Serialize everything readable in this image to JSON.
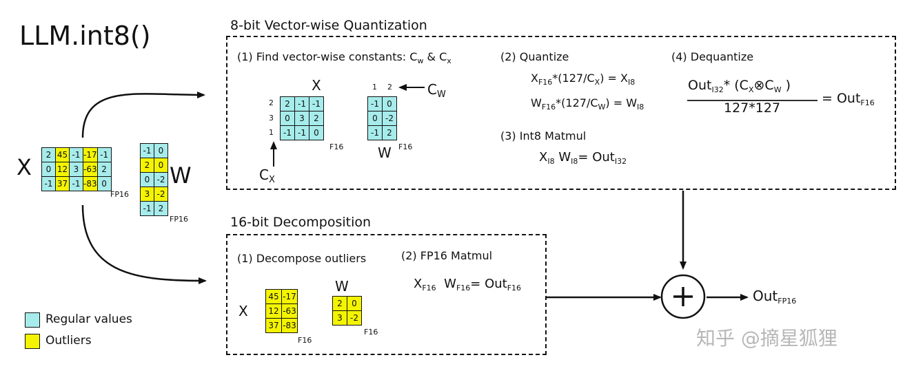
{
  "title": "LLM.int8()",
  "input": {
    "x_label": "X",
    "w_label": "W",
    "x_matrix": [
      [
        {
          "v": "2",
          "k": "r"
        },
        {
          "v": "45",
          "k": "o"
        },
        {
          "v": "-1",
          "k": "r"
        },
        {
          "v": "-17",
          "k": "o"
        },
        {
          "v": "-1",
          "k": "r"
        }
      ],
      [
        {
          "v": "0",
          "k": "r"
        },
        {
          "v": "12",
          "k": "o"
        },
        {
          "v": "3",
          "k": "r"
        },
        {
          "v": "-63",
          "k": "o"
        },
        {
          "v": "2",
          "k": "r"
        }
      ],
      [
        {
          "v": "-1",
          "k": "r"
        },
        {
          "v": "37",
          "k": "o"
        },
        {
          "v": "-1",
          "k": "r"
        },
        {
          "v": "-83",
          "k": "o"
        },
        {
          "v": "0",
          "k": "r"
        }
      ]
    ],
    "w_matrix": [
      [
        {
          "v": "-1",
          "k": "r"
        },
        {
          "v": "0",
          "k": "r"
        }
      ],
      [
        {
          "v": "2",
          "k": "o"
        },
        {
          "v": "0",
          "k": "o"
        }
      ],
      [
        {
          "v": "0",
          "k": "r"
        },
        {
          "v": "-2",
          "k": "r"
        }
      ],
      [
        {
          "v": "3",
          "k": "o"
        },
        {
          "v": "-2",
          "k": "o"
        }
      ],
      [
        {
          "v": "-1",
          "k": "r"
        },
        {
          "v": "2",
          "k": "r"
        }
      ]
    ],
    "x_dtype": "FP16",
    "w_dtype": "FP16"
  },
  "legend": {
    "regular": "Regular values",
    "outliers": "Outliers",
    "regular_color": "#a6eceb",
    "outlier_color": "#f4f400"
  },
  "quant": {
    "heading": "8-bit Vector-wise Quantization",
    "step1": "(1) Find vector-wise constants: C",
    "step1_sub_w": "w",
    "step1_amp": " & C",
    "step1_sub_x": "x",
    "x_label": "X",
    "x_matrix": [
      [
        "2",
        "-1",
        "-1"
      ],
      [
        "0",
        "3",
        "2"
      ],
      [
        "-1",
        "-1",
        "0"
      ]
    ],
    "x_row_consts": [
      "2",
      "3",
      "1"
    ],
    "x_dtype": "F16",
    "cx_label": "C",
    "cx_sub": "X",
    "w_col_consts": [
      "1",
      "2"
    ],
    "cw_label": "C",
    "cw_sub": "W",
    "w_matrix": [
      [
        "-1",
        "0"
      ],
      [
        "0",
        "-2"
      ],
      [
        "-1",
        "2"
      ]
    ],
    "w_label": "W",
    "w_dtype": "F16",
    "step2": "(2) Quantize",
    "q1_a": "X",
    "q1_a_sub": "F16",
    "q1_b": "*(127/C",
    "q1_b_sub": "X",
    "q1_c": ") = X",
    "q1_c_sub": "I8",
    "q2_a": "W",
    "q2_a_sub": "F16",
    "q2_b": "*(127/C",
    "q2_b_sub": "W",
    "q2_c": ") = W",
    "q2_c_sub": "I8",
    "step3": "(3) Int8 Matmul",
    "mm_x": "X",
    "mm_x_sub": "I8",
    "mm_w": "W",
    "mm_w_sub": "I8",
    "mm_eq": "= Out",
    "mm_out_sub": "I32",
    "step4": "(4) Dequantize",
    "dq_out": "Out",
    "dq_out_sub": "I32",
    "dq_star": "*",
    "dq_open": "(C",
    "dq_cx_sub": "X",
    "dq_otimes": "⊗",
    "dq_cw": "C",
    "dq_cw_sub": "W",
    "dq_close": ")",
    "dq_den": "127*127",
    "dq_eq": "= Out",
    "dq_res_sub": "F16"
  },
  "decomp": {
    "heading": "16-bit Decomposition",
    "step1": "(1) Decompose outliers",
    "x_label": "X",
    "x_matrix": [
      [
        "45",
        "-17"
      ],
      [
        "12",
        "-63"
      ],
      [
        "37",
        "-83"
      ]
    ],
    "x_dtype": "F16",
    "w_label": "W",
    "w_matrix": [
      [
        "2",
        "0"
      ],
      [
        "3",
        "-2"
      ]
    ],
    "w_dtype": "F16",
    "step2": "(2) FP16 Matmul",
    "mm_x": "X",
    "mm_x_sub": "F16",
    "mm_w": "W",
    "mm_w_sub": "F16",
    "mm_eq": "= Out",
    "mm_out_sub": "F16"
  },
  "output": {
    "plus": "+",
    "label": "Out",
    "sub": "FP16"
  },
  "watermark": "知乎 @摘星狐狸"
}
